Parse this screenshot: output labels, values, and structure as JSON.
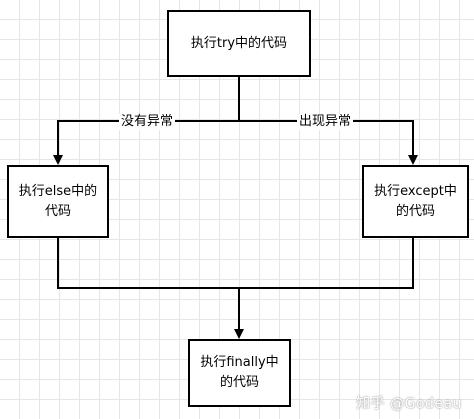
{
  "nodes": {
    "try": "执行try中的代码",
    "else_line1": "执行else中的",
    "else_line2": "代码",
    "except_line1": "执行except中",
    "except_line2": "的代码",
    "finally_line1": "执行finally中",
    "finally_line2": "的代码"
  },
  "edges": {
    "no_exception": "没有异常",
    "exception": "出现异常"
  },
  "watermark": "知乎 @Godeau",
  "colors": {
    "line": "#000000",
    "grid": "#e6e6e6",
    "background": "#ffffff"
  }
}
